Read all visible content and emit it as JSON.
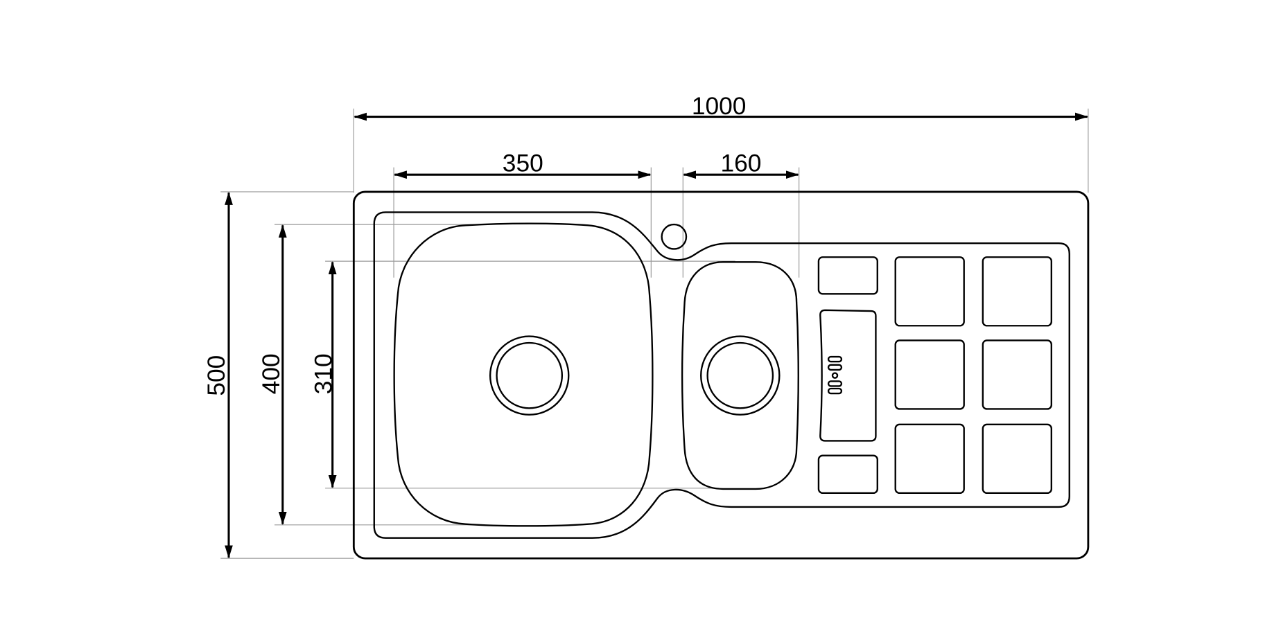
{
  "drawing": {
    "dimensions": {
      "overall_length": "1000",
      "large_bowl_width": "350",
      "small_bowl_width": "160",
      "overall_depth": "500",
      "large_bowl_depth": "400",
      "small_bowl_depth": "310"
    },
    "line_color": "#000000",
    "extension_line_color": "#9a9a9a"
  }
}
